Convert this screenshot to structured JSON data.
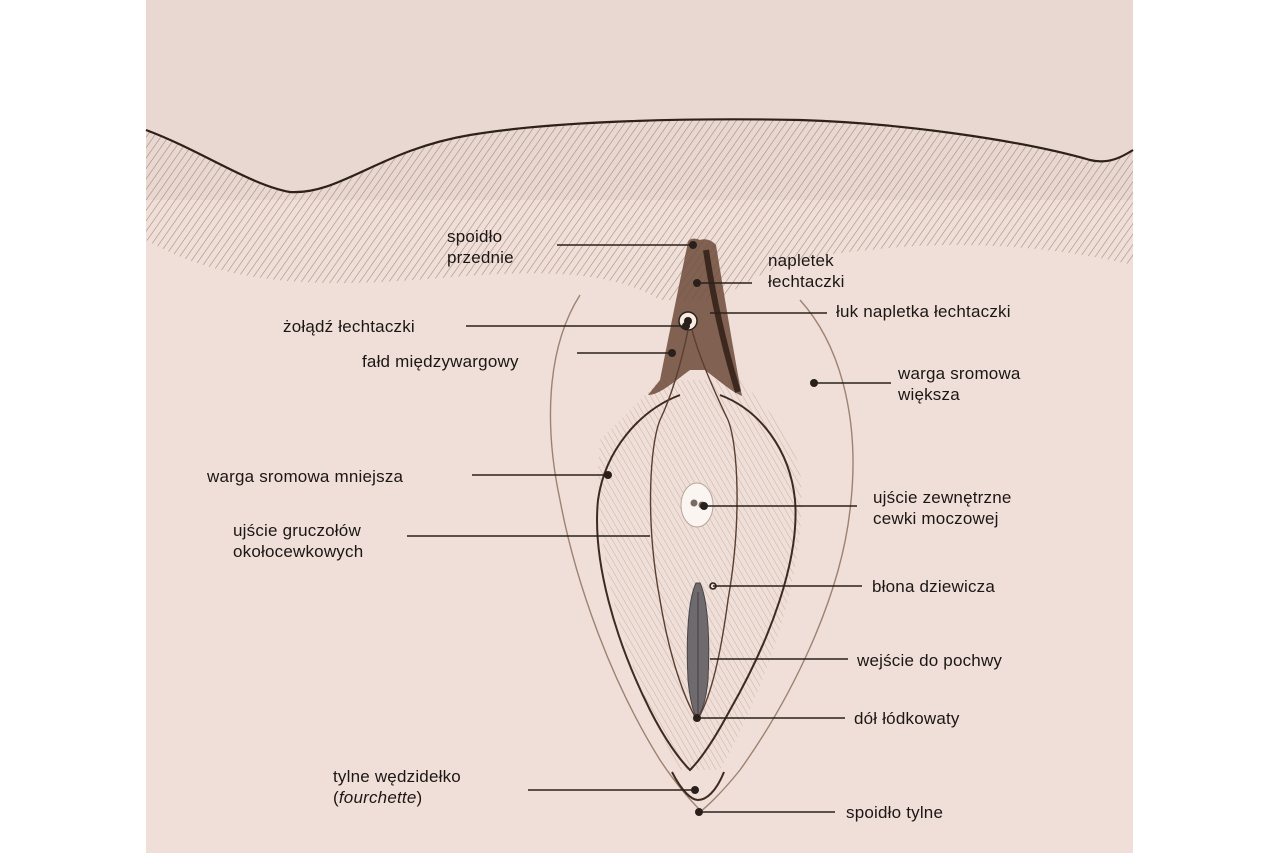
{
  "diagram": {
    "language": "pl",
    "labels_left": [
      {
        "id": "anterior-commissure",
        "lines": [
          "spoidło",
          "przednie"
        ]
      },
      {
        "id": "glans-clitoris",
        "lines": [
          "żołądź łechtaczki"
        ]
      },
      {
        "id": "interlabial-fold",
        "lines": [
          "fałd międzywargowy"
        ]
      },
      {
        "id": "labia-minora",
        "lines": [
          "warga sromowa mniejsza"
        ]
      },
      {
        "id": "paraurethral-gland-openings",
        "lines": [
          "ujście gruczołów",
          "okołocewkowych"
        ]
      },
      {
        "id": "posterior-frenulum",
        "lines": [
          "tylne wędzidełko",
          "(fourchette)"
        ],
        "italic_term": "fourchette"
      }
    ],
    "labels_right": [
      {
        "id": "clitoral-hood",
        "lines": [
          "napletek",
          "łechtaczki"
        ]
      },
      {
        "id": "clitoral-hood-arch",
        "lines": [
          "łuk napletka łechtaczki"
        ]
      },
      {
        "id": "labia-majora",
        "lines": [
          "warga sromowa",
          "większa"
        ]
      },
      {
        "id": "external-urethral-orifice",
        "lines": [
          "ujście zewnętrzne",
          "cewki moczowej"
        ]
      },
      {
        "id": "hymen",
        "lines": [
          "błona dziewicza"
        ]
      },
      {
        "id": "vaginal-opening",
        "lines": [
          "wejście do pochwy"
        ]
      },
      {
        "id": "navicular-fossa",
        "lines": [
          "dół łódkowaty"
        ]
      },
      {
        "id": "posterior-commissure",
        "lines": [
          "spoidło tylne"
        ]
      }
    ],
    "colors": {
      "paper": "#efdfd8",
      "ink": "#1c1614",
      "sketch": "#5a3a2c",
      "vaginal_opening_fill": "#6f6a6e"
    }
  }
}
